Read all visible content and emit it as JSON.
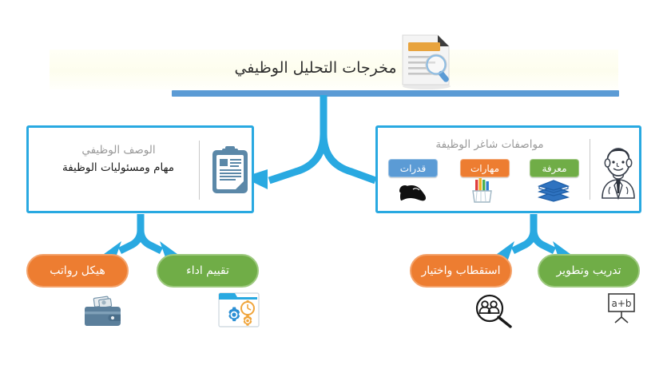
{
  "header": {
    "title": "مخرجات التحليل الوظيفي",
    "icon": "document-search-icon",
    "bar_color": "#5b9bd5",
    "banner_color": "#fdfdf2"
  },
  "boxes": [
    {
      "id": "job-description",
      "heading": "الوصف الوظيفي",
      "subheading": "مهام ومسئوليات الوظيفة",
      "icon": "clipboard-icon",
      "border_color": "#29a9e1"
    },
    {
      "id": "job-specification",
      "heading": "مواصفات شاغر الوظيفة",
      "icon": "person-avatar-icon",
      "border_color": "#29a9e1",
      "chips": [
        {
          "label": "قدرات",
          "color": "#5b9bd5",
          "icon": "flexed-biceps-icon"
        },
        {
          "label": "مهارات",
          "color": "#ed7d31",
          "icon": "pen-cup-icon"
        },
        {
          "label": "معرفة",
          "color": "#70ad47",
          "icon": "books-stack-icon"
        }
      ]
    }
  ],
  "outcomes": [
    {
      "label": "هيكل رواتب",
      "color": "#ed7d31",
      "icon": "wallet-money-icon"
    },
    {
      "label": "تقييم اداء",
      "color": "#70ad47",
      "icon": "gear-stopwatch-icon"
    },
    {
      "label": "استقطاب واختيار",
      "color": "#ed7d31",
      "icon": "people-magnifier-icon"
    },
    {
      "label": "تدريب وتطوير",
      "color": "#70ad47",
      "icon": "presentation-board-icon",
      "icon_text": "a+b"
    }
  ]
}
